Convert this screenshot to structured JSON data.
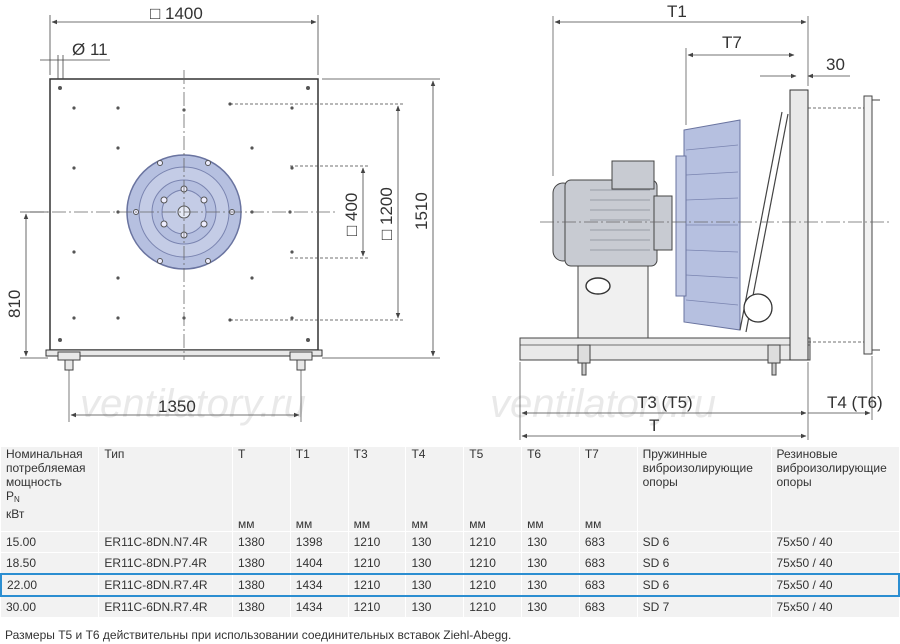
{
  "drawing": {
    "front_view": {
      "width_label": "□ 1400",
      "hole_label": "Ø 11",
      "inner_small_label": "□ 400",
      "inner_large_label": "□ 1200",
      "height_label": "1510",
      "center_height_label": "810",
      "base_width_label": "1350"
    },
    "side_view": {
      "t1_label": "T1",
      "t7_label": "T7",
      "flange_label": "30",
      "t3_label": "T3 (T5)",
      "t4_label": "T4 (T6)",
      "t_label": "T"
    },
    "watermark": "ventilatory.ru",
    "colors": {
      "line": "#444444",
      "impeller": "#b6c0e0",
      "motor": "#c8cbd2",
      "highlight": "#2b8ed1"
    }
  },
  "table": {
    "headers": [
      {
        "label": "Номинальная потребляемая мощность",
        "sym": "P",
        "sub": "N",
        "unit": "кВт"
      },
      {
        "label": "Тип",
        "unit": ""
      },
      {
        "label": "T",
        "unit": "мм"
      },
      {
        "label": "T1",
        "unit": "мм"
      },
      {
        "label": "T3",
        "unit": "мм"
      },
      {
        "label": "T4",
        "unit": "мм"
      },
      {
        "label": "T5",
        "unit": "мм"
      },
      {
        "label": "T6",
        "unit": "мм"
      },
      {
        "label": "T7",
        "unit": "мм"
      },
      {
        "label": "Пружинные виброизолирующие опоры",
        "unit": ""
      },
      {
        "label": "Резиновые виброизолирующие опоры",
        "unit": ""
      }
    ],
    "rows": [
      {
        "highlight": false,
        "cells": [
          "15.00",
          "ER11C-8DN.N7.4R",
          "1380",
          "1398",
          "1210",
          "130",
          "1210",
          "130",
          "683",
          "SD 6",
          "75x50 / 40"
        ]
      },
      {
        "highlight": false,
        "cells": [
          "18.50",
          "ER11C-8DN.P7.4R",
          "1380",
          "1404",
          "1210",
          "130",
          "1210",
          "130",
          "683",
          "SD 6",
          "75x50 / 40"
        ]
      },
      {
        "highlight": true,
        "cells": [
          "22.00",
          "ER11C-8DN.R7.4R",
          "1380",
          "1434",
          "1210",
          "130",
          "1210",
          "130",
          "683",
          "SD 6",
          "75x50 / 40"
        ]
      },
      {
        "highlight": false,
        "cells": [
          "30.00",
          "ER11C-6DN.R7.4R",
          "1380",
          "1434",
          "1210",
          "130",
          "1210",
          "130",
          "683",
          "SD 7",
          "75x50 / 40"
        ]
      }
    ],
    "footnote": "Размеры T5 и T6 действительны при использовании соединительных вставок Ziehl-Abegg."
  }
}
